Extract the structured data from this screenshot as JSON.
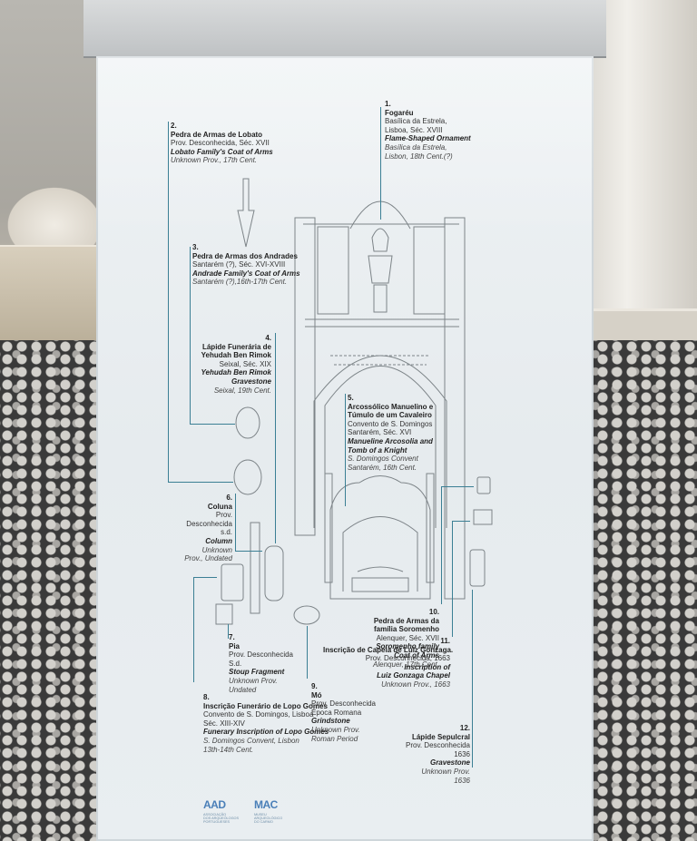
{
  "sign": {
    "labels": [
      {
        "number": "1.",
        "pt_name": "Fogaréu",
        "pt_origin": "Basílica da Estrela,",
        "pt_date": "Lisboa, Séc. XVIII",
        "en_name": "Flame-Shaped Ornament",
        "en_origin": "Basílica da Estrela,",
        "en_date": "Lisbon, 18th Cent.(?)"
      },
      {
        "number": "2.",
        "pt_name": "Pedra de Armas de Lobato",
        "pt_origin": "Prov. Desconhecida, Séc. XVII",
        "en_name": "Lobato Family's Coat of Arms",
        "en_origin": "Unknown Prov., 17th Cent."
      },
      {
        "number": "3.",
        "pt_name": "Pedra de Armas dos Andrades",
        "pt_origin": "Santarém (?), Séc. XVI-XVIII",
        "en_name": "Andrade Family's Coat of Arms",
        "en_origin": "Santarém (?),16th-17th Cent."
      },
      {
        "number": "4.",
        "pt_name_1": "Lápide Funerária de",
        "pt_name_2": "Yehudah Ben Rimok",
        "pt_origin": "Seixal, Séc. XIX",
        "en_name_1": "Yehudah Ben Rimok",
        "en_name_2": "Gravestone",
        "en_origin": "Seixal, 19th Cent."
      },
      {
        "number": "5.",
        "pt_name_1": "Arcossólico Manuelino e",
        "pt_name_2": "Túmulo de um Cavaleiro",
        "pt_origin": "Convento de S. Domingos",
        "pt_date": "Santarém, Séc. XVI",
        "en_name_1": "Manueline Arcosolia and",
        "en_name_2": "Tomb of a Knight",
        "en_origin": "S. Domingos Convent",
        "en_date": "Santarém, 16th Cent."
      },
      {
        "number": "6.",
        "pt_name": "Coluna",
        "pt_origin_1": "Prov.",
        "pt_origin_2": "Desconhecida",
        "pt_date": "s.d.",
        "en_name": "Column",
        "en_origin_1": "Unknown",
        "en_origin_2": "Prov., Undated"
      },
      {
        "number": "7.",
        "pt_name": "Pia",
        "pt_origin": "Prov. Desconhecida",
        "pt_date": "S.d.",
        "en_name": "Stoup Fragment",
        "en_origin": "Unknown Prov.",
        "en_date": "Undated"
      },
      {
        "number": "8.",
        "pt_name": "Inscrição Funerário de Lopo Gomes",
        "pt_origin": "Convento de S. Domingos, Lisboa",
        "pt_date": "Séc. XIII-XIV",
        "en_name": "Funerary Inscription of Lopo Gomes",
        "en_origin": "S. Domingos Convent, Lisbon",
        "en_date": "13th-14th Cent."
      },
      {
        "number": "9.",
        "pt_name": "Mó",
        "pt_origin": "Prov. Desconhecida",
        "pt_date": "Época Romana",
        "en_name": "Grindstone",
        "en_origin": "Unknown Prov.",
        "en_date": "Roman Period"
      },
      {
        "number": "10.",
        "pt_name_1": "Pedra de Armas da",
        "pt_name_2": "família Soromenho",
        "pt_origin": "Alenquer, Séc. XVII",
        "en_name_1": "Soromenho family",
        "en_name_2": "Coat of Arms",
        "en_origin": "Alenquer, 17th Cent."
      },
      {
        "number": "11.",
        "pt_name": "Inscrição de Capela de Luiz Gonzaga.",
        "pt_origin": "Prov. Desconhecida, 1663",
        "en_name_1": "Inscription of",
        "en_name_2": "Luiz Gonzaga Chapel",
        "en_origin": "Unknown Prov., 1663"
      },
      {
        "number": "12.",
        "pt_name": "Lápide Sepulcral",
        "pt_origin": "Prov. Desconhecida",
        "pt_date": "1636",
        "en_name": "Gravestone",
        "en_origin": "Unknown Prov.",
        "en_date": "1636"
      }
    ],
    "logos": {
      "aad_mark": "AAD",
      "aad_sub_1": "ASSOCIAÇÃO",
      "aad_sub_2": "DOS ARQUEÓLOGOS",
      "aad_sub_3": "PORTUGUESES",
      "mac_mark": "MAC",
      "mac_sub_1": "MUSEU",
      "mac_sub_2": "ARQUEOLÓGICO",
      "mac_sub_3": "DO CARMO"
    },
    "leader_color": "#3b7f94",
    "accent_color": "#4a7fb8"
  }
}
